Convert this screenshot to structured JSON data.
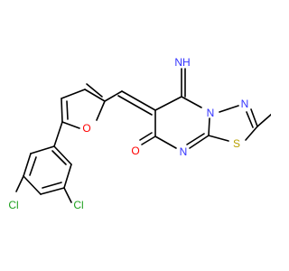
{
  "structure": {
    "atoms": {
      "nh": {
        "text": "NH",
        "color": "#3333ff"
      },
      "n_ring_top": {
        "text": "N",
        "color": "#3333ff"
      },
      "n_ring_mid": {
        "text": "N",
        "color": "#3333ff"
      },
      "n_ring_bottom": {
        "text": "N",
        "color": "#3333ff"
      },
      "s_ring": {
        "text": "S",
        "color": "#b8a000"
      },
      "o_carbonyl": {
        "text": "O",
        "color": "#ff0000"
      },
      "o_furan": {
        "text": "O",
        "color": "#ff0000"
      },
      "cl_left": {
        "text": "Cl",
        "color": "#1fa01f"
      },
      "cl_right": {
        "text": "Cl",
        "color": "#1fa01f"
      }
    }
  }
}
